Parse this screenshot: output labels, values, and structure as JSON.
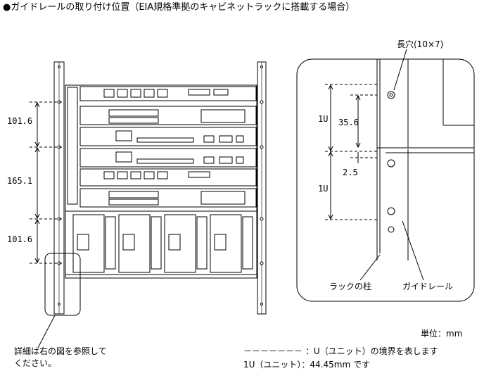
{
  "title": "●ガイドレールの取り付け位置（EIA規格準拠のキャビネットラックに搭載する場合）",
  "dimensions": [
    "101.6",
    "165.1",
    "101.6"
  ],
  "detail": {
    "hole_label": "長穴(10×7)",
    "u_top": "1U",
    "u_bottom": "1U",
    "pitch": "35.6",
    "gap": "2.5",
    "rack_post_label": "ラックの柱",
    "guide_rail_label": "ガイドレール"
  },
  "unit_label": "単位：mm",
  "note_lines": [
    "詳細は右の図を参照して",
    "ください。"
  ],
  "legend": {
    "line1": "－－－－－－－  ：U（ユニット）の境界を表します",
    "line2": "1U（ユニット）：44.45mm です"
  }
}
